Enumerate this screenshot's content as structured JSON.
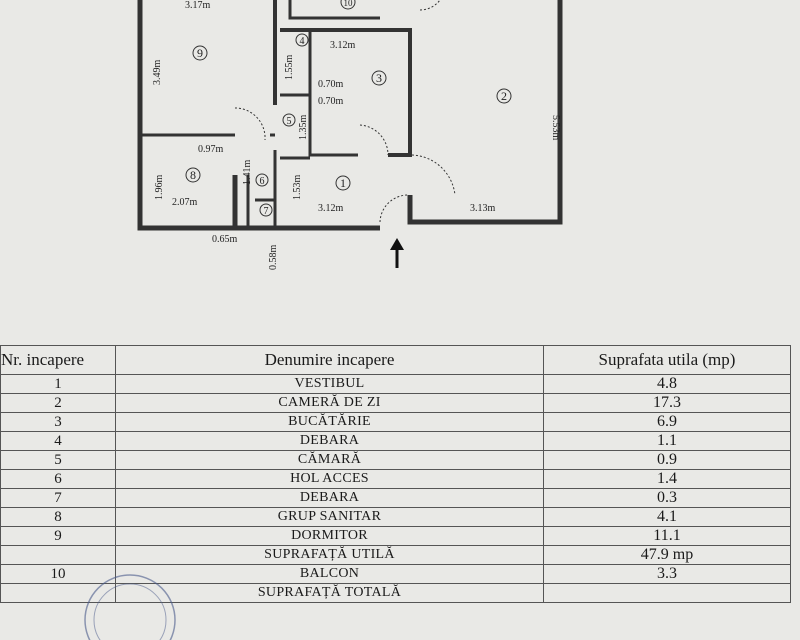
{
  "plan": {
    "dims": {
      "top_left": "3.17m",
      "left_height": "3.49m",
      "kitchen_width": "3.12m",
      "d155": "1.55m",
      "d070a": "0.70m",
      "d070b": "0.70m",
      "d135": "1.35m",
      "d097": "0.97m",
      "d141": "1.41m",
      "d196": "1.96m",
      "d207": "2.07m",
      "d153": "1.53m",
      "d312b": "3.12m",
      "d313": "3.13m",
      "d553": "5.53m",
      "d065": "0.65m",
      "d058": "0.58m"
    },
    "room_numbers": [
      "1",
      "2",
      "3",
      "4",
      "5",
      "6",
      "7",
      "8",
      "9",
      "10"
    ]
  },
  "table": {
    "headers": [
      "Nr. incapere",
      "Denumire incapere",
      "Suprafata utila (mp)"
    ],
    "rows": [
      {
        "nr": "1",
        "name": "VESTIBUL",
        "area": "4.8"
      },
      {
        "nr": "2",
        "name": "CAMERĂ DE ZI",
        "area": "17.3"
      },
      {
        "nr": "3",
        "name": "BUCĂTĂRIE",
        "area": "6.9"
      },
      {
        "nr": "4",
        "name": "DEBARA",
        "area": "1.1"
      },
      {
        "nr": "5",
        "name": "CĂMARĂ",
        "area": "0.9"
      },
      {
        "nr": "6",
        "name": "HOL ACCES",
        "area": "1.4"
      },
      {
        "nr": "7",
        "name": "DEBARA",
        "area": "0.3"
      },
      {
        "nr": "8",
        "name": "GRUP SANITAR",
        "area": "4.1"
      },
      {
        "nr": "9",
        "name": "DORMITOR",
        "area": "11.1"
      },
      {
        "nr": "",
        "name": "SUPRAFAȚĂ UTILĂ",
        "area": "47.9 mp"
      },
      {
        "nr": "10",
        "name": "BALCON",
        "area": "3.3"
      },
      {
        "nr": "",
        "name": "SUPRAFAȚĂ TOTALĂ",
        "area": ""
      }
    ]
  }
}
